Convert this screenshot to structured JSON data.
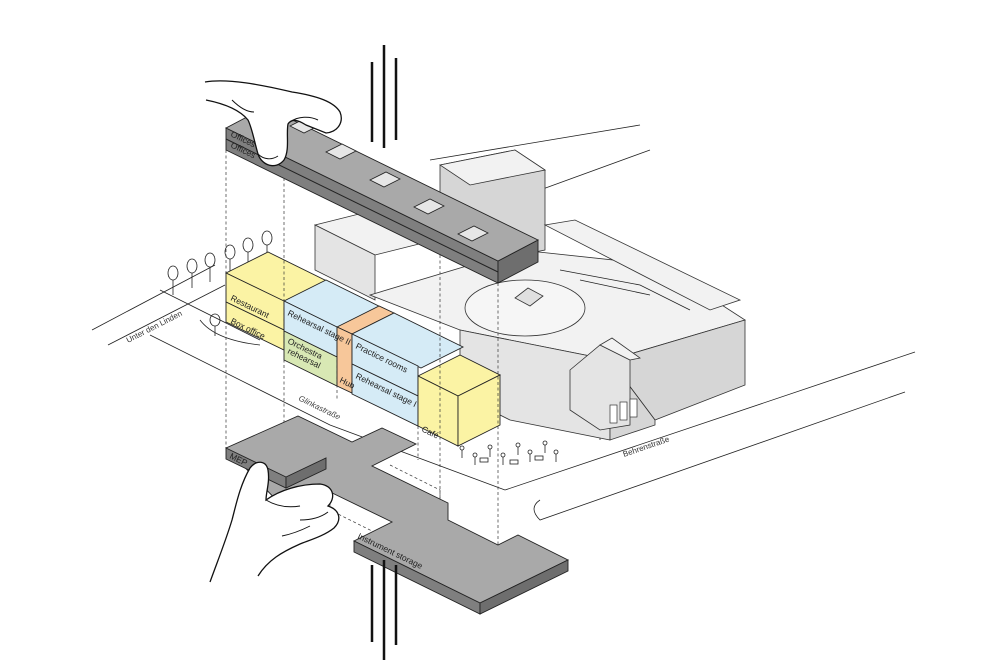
{
  "labels": {
    "offices_upper": "Offices",
    "offices_lower": "Offices",
    "restaurant": "Restaurant",
    "box_office": "Box office",
    "rehearsal_stage_2": "Rehearsal stage II",
    "orchestra_rehearsal_1": "Orchestra",
    "orchestra_rehearsal_2": "rehearsal",
    "hub": "Hub",
    "practice_rooms": "Practice rooms",
    "rehearsal_stage_1": "Rehearsal stage I",
    "cafe": "Café",
    "mep": "MEP",
    "instrument_storage": "Instrument storage"
  },
  "streets": {
    "unter_den_linden": "Unter den Linden",
    "glinkastrasse": "Glinkastraße",
    "behrenstrasse": "Behrenstraße"
  },
  "colors": {
    "yellow": "#fbf3a4",
    "blue": "#d5ebf6",
    "green": "#d8e8b4",
    "orange": "#f7c79a",
    "slab": "#a9a9a9",
    "building": "#ececec"
  }
}
